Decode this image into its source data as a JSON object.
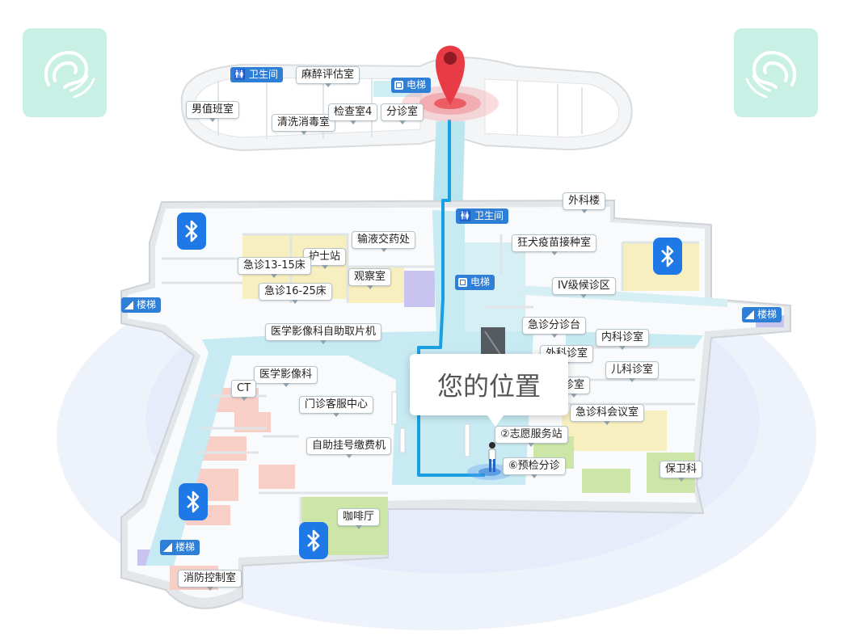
{
  "you_are_here": "您的位置",
  "colors": {
    "route": "#1aa0e0",
    "pin": "#e83b45",
    "bluetooth": "#1e78e6",
    "nfc_bg": "#c8f0e4",
    "facility_tag": "#2f7fd6"
  },
  "upper_floor": {
    "rooms": [
      "男值班室",
      "麻醉评估室",
      "清洗消毒室",
      "检查室4",
      "分诊室"
    ],
    "facilities": {
      "restroom": "卫生间",
      "elevator": "电梯"
    }
  },
  "main_floor": {
    "rooms": {
      "surgery_bldg": "外科楼",
      "rabies": "狂犬疫苗接种室",
      "iv_wait": "IV级候诊区",
      "emerg_triage": "急诊分诊台",
      "internal": "内科诊室",
      "surgical_clinic": "外科诊室",
      "pediatrics": "儿科诊室",
      "clinic_partial": "诊室",
      "emerg_meeting": "急诊科会议室",
      "volunteer": "②志愿服务站",
      "pre_triage": "⑥预检分诊",
      "security": "保卫科",
      "infusion": "输液交药处",
      "nurse": "护士站",
      "observation": "观察室",
      "emerg_13_15": "急诊13-15床",
      "emerg_16_25": "急诊16-25床",
      "imaging_kiosk": "医学影像科自助取片机",
      "imaging": "医学影像科",
      "ct": "CT",
      "service_center": "门诊客服中心",
      "registration": "自助挂号缴费机",
      "cafe": "咖啡厅",
      "fire_control": "消防控制室"
    },
    "facilities": {
      "restroom": "卫生间",
      "elevator": "电梯",
      "stairs_left": "楼梯",
      "stairs_right": "楼梯",
      "stairs_bottom": "楼梯"
    }
  },
  "icons": [
    "nfc-signal-icon",
    "bluetooth-beacon-icon",
    "location-pin-icon",
    "person-icon"
  ]
}
